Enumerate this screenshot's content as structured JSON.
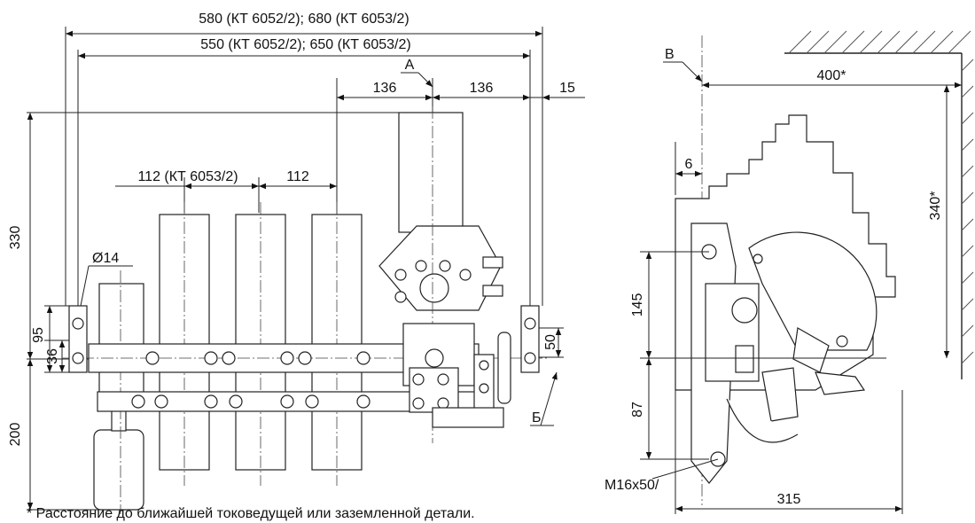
{
  "dimensions": {
    "overall_width": "580 (КТ 6052/2); 680 (КТ 6053/2)",
    "inner_width": "550 (КТ 6052/2); 650 (КТ 6053/2)",
    "pitch_left": "136",
    "pitch_right": "136",
    "offset_15": "15",
    "pitch_112_first": "112 (КТ 6053/2)",
    "pitch_112_second": "112",
    "height_330": "330",
    "height_200": "200",
    "hole_dia": "Ø14",
    "height_95": "95",
    "height_36": "36",
    "height_50": "50",
    "side_400": "400*",
    "side_340": "340*",
    "side_6": "6",
    "side_145": "145",
    "side_87": "87",
    "side_315": "315"
  },
  "view_labels": {
    "a": "А",
    "b": "Б",
    "v": "В"
  },
  "thread_label": "М16х50/",
  "footnote": "* Расстояние до ближайшей токоведущей или заземленной детали."
}
